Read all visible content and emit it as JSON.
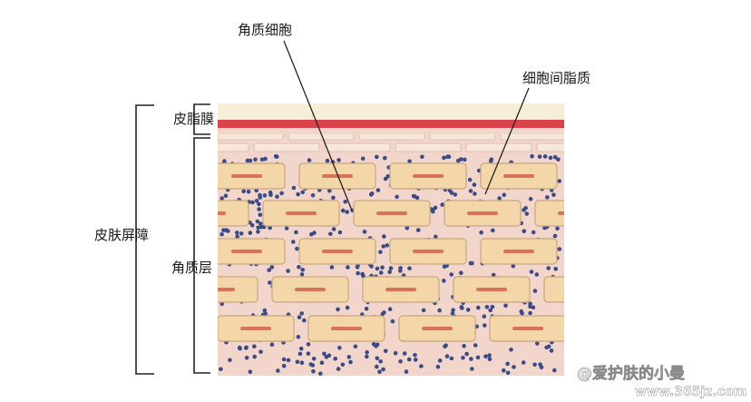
{
  "labels": {
    "corneocyte": "角质细胞",
    "intercellular_lipid": "细胞间脂质",
    "sebum_film": "皮脂膜",
    "skin_barrier": "皮肤屏障",
    "stratum_corneum": "角质层"
  },
  "watermark": {
    "account": "@爱护肤的小曼",
    "site": "www.365jz.com"
  },
  "colors": {
    "sebum_band": "#f7eed8",
    "red_band": "#d9434b",
    "tissue": "#f2d6cb",
    "cell_fill": "#f4d7a8",
    "cell_stroke": "#c9a67e",
    "nucleus": "#d8735a",
    "lipid_dot": "#3b4b85"
  }
}
